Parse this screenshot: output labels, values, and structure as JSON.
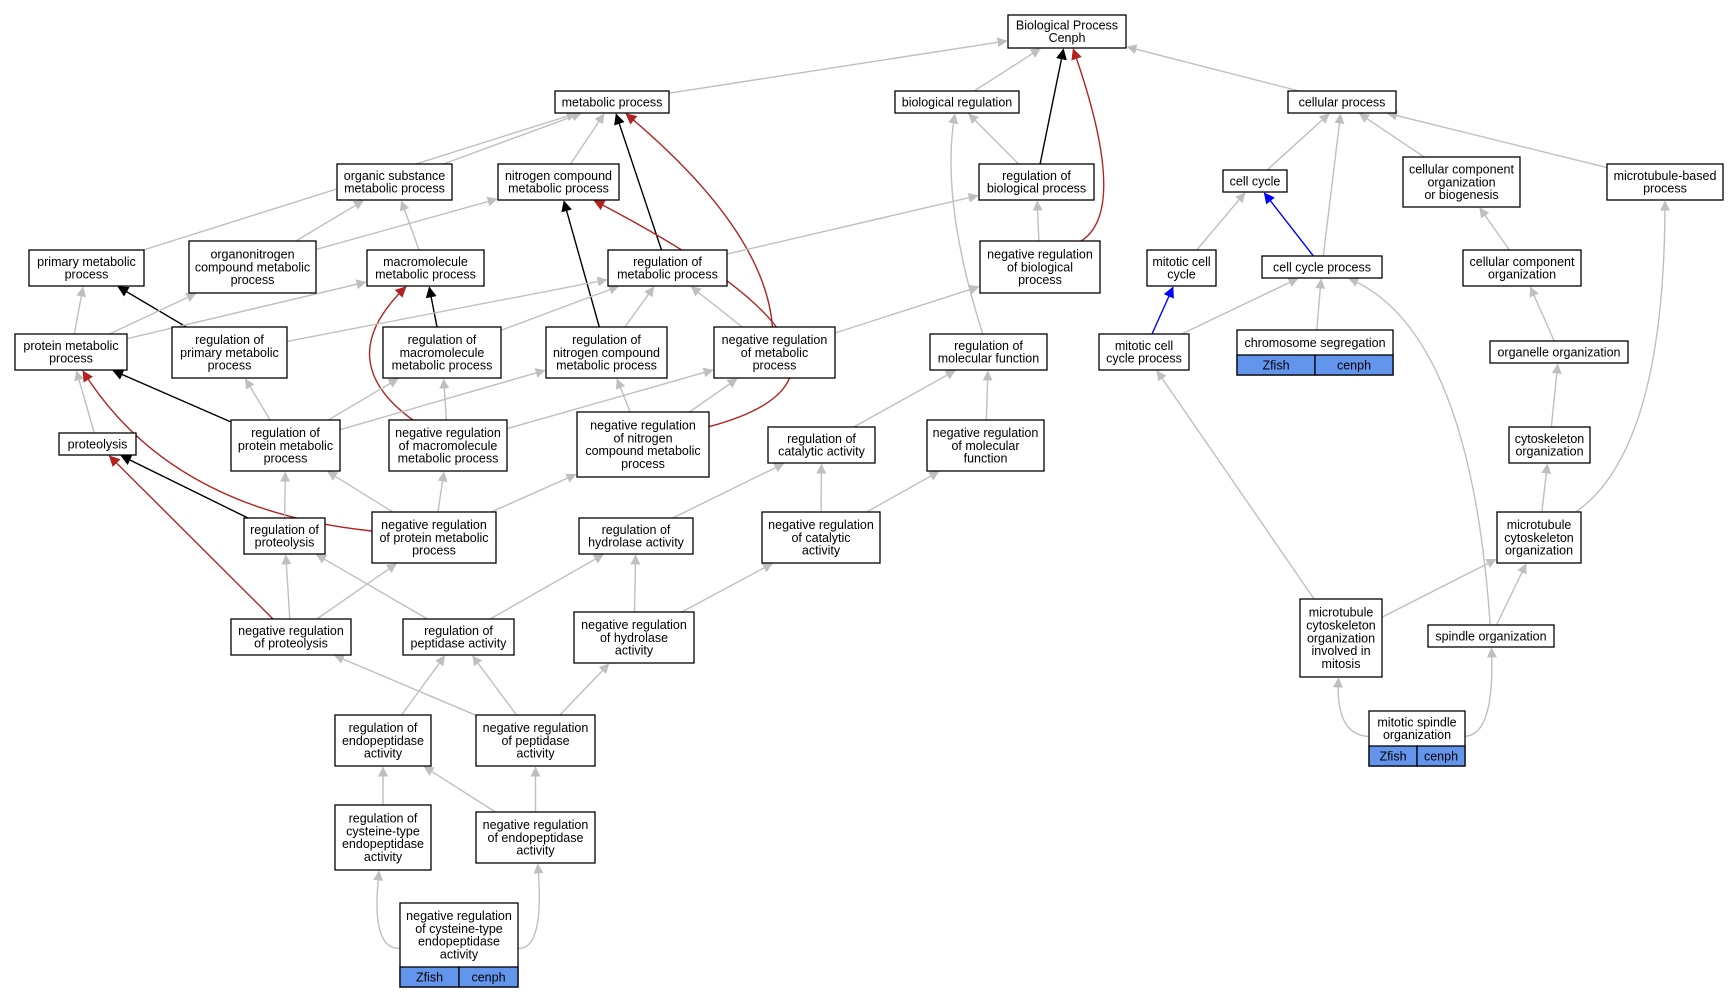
{
  "colors": {
    "gray": "#bfbfbf",
    "black": "#000000",
    "red": "#b22222",
    "blue": "#0000ff",
    "annotation": "#6495ED"
  },
  "nodes": {
    "bp": [
      "Biological Process",
      "Cenph"
    ],
    "metabolic": [
      "metabolic process"
    ],
    "bioreg": [
      "biological regulation"
    ],
    "cellular": [
      "cellular process"
    ],
    "organic": [
      "organic substance",
      "metabolic process"
    ],
    "nitrogen": [
      "nitrogen compound",
      "metabolic process"
    ],
    "regbio": [
      "regulation of",
      "biological process"
    ],
    "cellcycle": [
      "cell cycle"
    ],
    "ccob": [
      "cellular component",
      "organization",
      "or biogenesis"
    ],
    "mtbased": [
      "microtubule-based",
      "process"
    ],
    "primary": [
      "primary metabolic",
      "process"
    ],
    "organonitrogen": [
      "organonitrogen",
      "compound metabolic",
      "process"
    ],
    "macromol": [
      "macromolecule",
      "metabolic process"
    ],
    "regmetab": [
      "regulation of",
      "metabolic process"
    ],
    "negregbio": [
      "negative regulation",
      "of biological",
      "process"
    ],
    "mitoticcc": [
      "mitotic cell",
      "cycle"
    ],
    "ccprocess": [
      "cell cycle process"
    ],
    "ccorg": [
      "cellular component",
      "organization"
    ],
    "protmetab": [
      "protein metabolic",
      "process"
    ],
    "regprimary": [
      "regulation of",
      "primary metabolic",
      "process"
    ],
    "regmacro": [
      "regulation of",
      "macromolecule",
      "metabolic process"
    ],
    "regnitro": [
      "regulation of",
      "nitrogen compound",
      "metabolic process"
    ],
    "negregmetab": [
      "negative regulation",
      "of metabolic",
      "process"
    ],
    "regmolfunc": [
      "regulation of",
      "molecular function"
    ],
    "mitoticccp": [
      "mitotic cell",
      "cycle process"
    ],
    "chromseg": [
      "chromosome segregation"
    ],
    "organelle": [
      "organelle organization"
    ],
    "proteolysis": [
      "proteolysis"
    ],
    "regprotmetab": [
      "regulation of",
      "protein metabolic",
      "process"
    ],
    "negregmacro": [
      "negative regulation",
      "of macromolecule",
      "metabolic process"
    ],
    "negregnitro": [
      "negative regulation",
      "of nitrogen",
      "compound metabolic",
      "process"
    ],
    "regcatalytic": [
      "regulation of",
      "catalytic activity"
    ],
    "negregmolfunc": [
      "negative regulation",
      "of molecular",
      "function"
    ],
    "cytoskeleton": [
      "cytoskeleton",
      "organization"
    ],
    "regproteolysis": [
      "regulation of",
      "proteolysis"
    ],
    "negregprotmetab": [
      "negative regulation",
      "of protein metabolic",
      "process"
    ],
    "reghydrolase": [
      "regulation of",
      "hydrolase activity"
    ],
    "negregcatalytic": [
      "negative regulation",
      "of catalytic",
      "activity"
    ],
    "mtcyto": [
      "microtubule",
      "cytoskeleton",
      "organization"
    ],
    "negregproteolysis": [
      "negative regulation",
      "of proteolysis"
    ],
    "regpeptidase": [
      "regulation of",
      "peptidase activity"
    ],
    "negreghydrolase": [
      "negative regulation",
      "of hydrolase",
      "activity"
    ],
    "mtcytomitosis": [
      "microtubule",
      "cytoskeleton",
      "organization",
      "involved in",
      "mitosis"
    ],
    "spindleorg": [
      "spindle organization"
    ],
    "regendopep": [
      "regulation of",
      "endopeptidase",
      "activity"
    ],
    "negregpeptidase": [
      "negative regulation",
      "of peptidase",
      "activity"
    ],
    "mitspindle": [
      "mitotic spindle",
      "organization"
    ],
    "regcysteine": [
      "regulation of",
      "cysteine-type",
      "endopeptidase",
      "activity"
    ],
    "negregendopep": [
      "negative regulation",
      "of endopeptidase",
      "activity"
    ],
    "negregcysteine": [
      "negative regulation",
      "of cysteine-type",
      "endopeptidase",
      "activity"
    ]
  },
  "tags": {
    "chromseg": [
      "Zfish",
      "cenph"
    ],
    "mitspindle": [
      "Zfish",
      "cenph"
    ],
    "negregcysteine": [
      "Zfish",
      "cenph"
    ]
  },
  "edges": [
    [
      "metabolic",
      "bp",
      "gray"
    ],
    [
      "bioreg",
      "bp",
      "gray"
    ],
    [
      "regbio",
      "bp",
      "black"
    ],
    [
      "negregbio",
      "bp",
      "red"
    ],
    [
      "cellular",
      "bp",
      "gray"
    ],
    [
      "primary",
      "metabolic",
      "gray"
    ],
    [
      "organic",
      "metabolic",
      "gray"
    ],
    [
      "nitrogen",
      "metabolic",
      "gray"
    ],
    [
      "regmetab",
      "metabolic",
      "black"
    ],
    [
      "negregmetab",
      "metabolic",
      "red"
    ],
    [
      "regbio",
      "bioreg",
      "gray"
    ],
    [
      "regmolfunc",
      "bioreg",
      "gray"
    ],
    [
      "cellcycle",
      "cellular",
      "gray"
    ],
    [
      "ccprocess",
      "cellular",
      "gray"
    ],
    [
      "ccob",
      "cellular",
      "gray"
    ],
    [
      "mtbased",
      "cellular",
      "gray"
    ],
    [
      "organonitrogen",
      "organic",
      "gray"
    ],
    [
      "macromol",
      "organic",
      "gray"
    ],
    [
      "organonitrogen",
      "nitrogen",
      "gray"
    ],
    [
      "regnitro",
      "nitrogen",
      "black"
    ],
    [
      "negregnitro",
      "nitrogen",
      "red"
    ],
    [
      "regmetab",
      "regbio",
      "gray"
    ],
    [
      "negregbio",
      "regbio",
      "gray"
    ],
    [
      "mitoticcc",
      "cellcycle",
      "gray"
    ],
    [
      "ccprocess",
      "cellcycle",
      "blue"
    ],
    [
      "ccorg",
      "ccob",
      "gray"
    ],
    [
      "mtcyto",
      "mtbased",
      "gray"
    ],
    [
      "protmetab",
      "primary",
      "gray"
    ],
    [
      "regprimary",
      "primary",
      "black"
    ],
    [
      "protmetab",
      "organonitrogen",
      "gray"
    ],
    [
      "protmetab",
      "macromol",
      "gray"
    ],
    [
      "regmacro",
      "macromol",
      "black"
    ],
    [
      "negregmacro",
      "macromol",
      "red"
    ],
    [
      "regprimary",
      "regmetab",
      "gray"
    ],
    [
      "regmacro",
      "regmetab",
      "gray"
    ],
    [
      "regnitro",
      "regmetab",
      "gray"
    ],
    [
      "negregmetab",
      "regmetab",
      "gray"
    ],
    [
      "negregmetab",
      "negregbio",
      "gray"
    ],
    [
      "mitoticccp",
      "mitoticcc",
      "blue"
    ],
    [
      "mitoticccp",
      "ccprocess",
      "gray"
    ],
    [
      "chromseg",
      "ccprocess",
      "gray"
    ],
    [
      "spindleorg",
      "ccprocess",
      "gray"
    ],
    [
      "organelle",
      "ccorg",
      "gray"
    ],
    [
      "proteolysis",
      "protmetab",
      "gray"
    ],
    [
      "regprotmetab",
      "protmetab",
      "black"
    ],
    [
      "negregprotmetab",
      "protmetab",
      "red"
    ],
    [
      "regprotmetab",
      "regprimary",
      "gray"
    ],
    [
      "regprotmetab",
      "regmacro",
      "gray"
    ],
    [
      "negregmacro",
      "regmacro",
      "gray"
    ],
    [
      "regprotmetab",
      "regnitro",
      "gray"
    ],
    [
      "negregnitro",
      "regnitro",
      "gray"
    ],
    [
      "negregmacro",
      "negregmetab",
      "gray"
    ],
    [
      "negregnitro",
      "negregmetab",
      "gray"
    ],
    [
      "regcatalytic",
      "regmolfunc",
      "gray"
    ],
    [
      "negregmolfunc",
      "regmolfunc",
      "gray"
    ],
    [
      "mtcytomitosis",
      "mitoticccp",
      "gray"
    ],
    [
      "cytoskeleton",
      "organelle",
      "gray"
    ],
    [
      "regproteolysis",
      "proteolysis",
      "black"
    ],
    [
      "negregproteolysis",
      "proteolysis",
      "red"
    ],
    [
      "regproteolysis",
      "regprotmetab",
      "gray"
    ],
    [
      "negregprotmetab",
      "regprotmetab",
      "gray"
    ],
    [
      "negregprotmetab",
      "negregmacro",
      "gray"
    ],
    [
      "negregprotmetab",
      "negregnitro",
      "gray"
    ],
    [
      "reghydrolase",
      "regcatalytic",
      "gray"
    ],
    [
      "negregcatalytic",
      "regcatalytic",
      "gray"
    ],
    [
      "negregcatalytic",
      "negregmolfunc",
      "gray"
    ],
    [
      "mtcyto",
      "cytoskeleton",
      "gray"
    ],
    [
      "negregproteolysis",
      "regproteolysis",
      "gray"
    ],
    [
      "regpeptidase",
      "regproteolysis",
      "gray"
    ],
    [
      "negregproteolysis",
      "negregprotmetab",
      "gray"
    ],
    [
      "regpeptidase",
      "reghydrolase",
      "gray"
    ],
    [
      "negreghydrolase",
      "reghydrolase",
      "gray"
    ],
    [
      "negreghydrolase",
      "negregcatalytic",
      "gray"
    ],
    [
      "mtcytomitosis",
      "mtcyto",
      "gray"
    ],
    [
      "spindleorg",
      "mtcyto",
      "gray"
    ],
    [
      "regendopep",
      "regpeptidase",
      "gray"
    ],
    [
      "negregpeptidase",
      "regpeptidase",
      "gray"
    ],
    [
      "negregpeptidase",
      "negreghydrolase",
      "gray"
    ],
    [
      "negregpeptidase",
      "negregproteolysis",
      "gray"
    ],
    [
      "mitspindle",
      "mtcytomitosis",
      "gray"
    ],
    [
      "mitspindle",
      "spindleorg",
      "gray"
    ],
    [
      "regcysteine",
      "regendopep",
      "gray"
    ],
    [
      "negregendopep",
      "regendopep",
      "gray"
    ],
    [
      "negregendopep",
      "negregpeptidase",
      "gray"
    ],
    [
      "negregcysteine",
      "regcysteine",
      "gray"
    ],
    [
      "negregcysteine",
      "negregendopep",
      "gray"
    ]
  ]
}
